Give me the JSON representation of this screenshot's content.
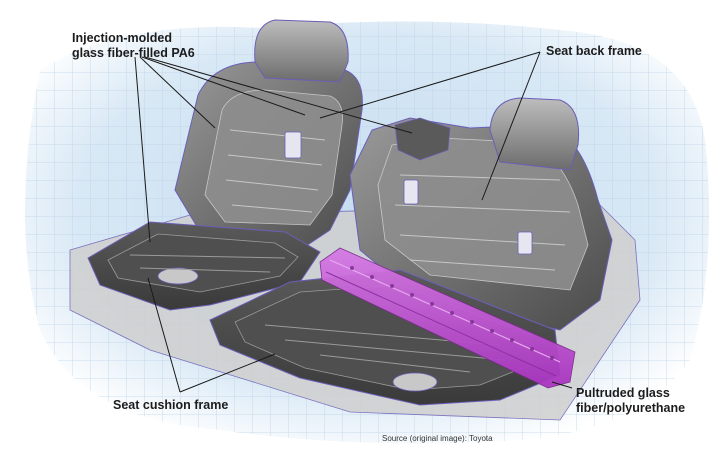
{
  "labels": {
    "injection": {
      "line1": "Injection-molded",
      "line2": "glass fiber-filled PA6"
    },
    "seat_back": "Seat back frame",
    "seat_cushion": "Seat cushion frame",
    "pultruded": {
      "line1": "Pultruded glass",
      "line2": "fiber/polyurethane"
    }
  },
  "source": "Source (original image): Toyota",
  "colors": {
    "background_wash": "#cfe3f3",
    "grid_lines": "#b9d0e6",
    "frame_dark": "#4a4a4a",
    "frame_mid": "#8a8a8a",
    "frame_light": "#c4c4c4",
    "outline": "#6a5fb8",
    "pultruded_highlight": "#c24fd6",
    "leader_lines": "#1a1a1a"
  }
}
